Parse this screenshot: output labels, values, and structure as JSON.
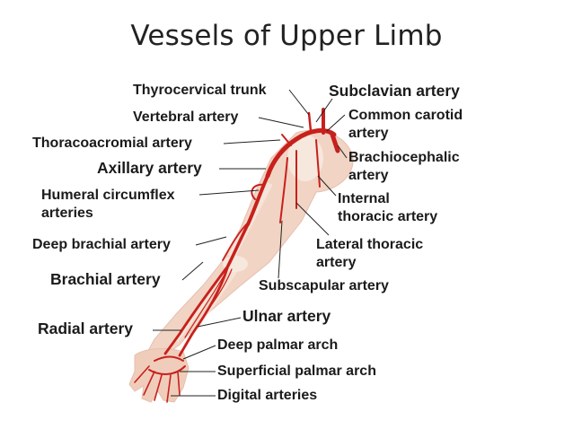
{
  "title": "Vessels of Upper Limb",
  "labels": {
    "thyrocervical_trunk": "Thyrocervical trunk",
    "subclavian_artery": "Subclavian artery",
    "vertebral_artery": "Vertebral artery",
    "common_carotid_artery_1": "Common carotid",
    "common_carotid_artery_2": "artery",
    "thoracoacromial_artery": "Thoracoacromial artery",
    "axillary_artery": "Axillary artery",
    "brachiocephalic_artery_1": "Brachiocephalic",
    "brachiocephalic_artery_2": "artery",
    "humeral_circumflex_1": "Humeral circumflex",
    "humeral_circumflex_2": "arteries",
    "internal_thoracic_1": "Internal",
    "internal_thoracic_2": "thoracic artery",
    "deep_brachial_artery": "Deep brachial artery",
    "lateral_thoracic_1": "Lateral thoracic",
    "lateral_thoracic_2": "artery",
    "brachial_artery": "Brachial artery",
    "subscapular_artery": "Subscapular artery",
    "ulnar_artery": "Ulnar artery",
    "radial_artery": "Radial artery",
    "deep_palmar_arch": "Deep palmar arch",
    "superficial_palmar_arch": "Superficial palmar arch",
    "digital_arteries": "Digital arteries"
  },
  "colors": {
    "artery": "#c8201c",
    "skin": "#f2d4c4",
    "bone": "#f6ece2",
    "leader": "#222222"
  }
}
